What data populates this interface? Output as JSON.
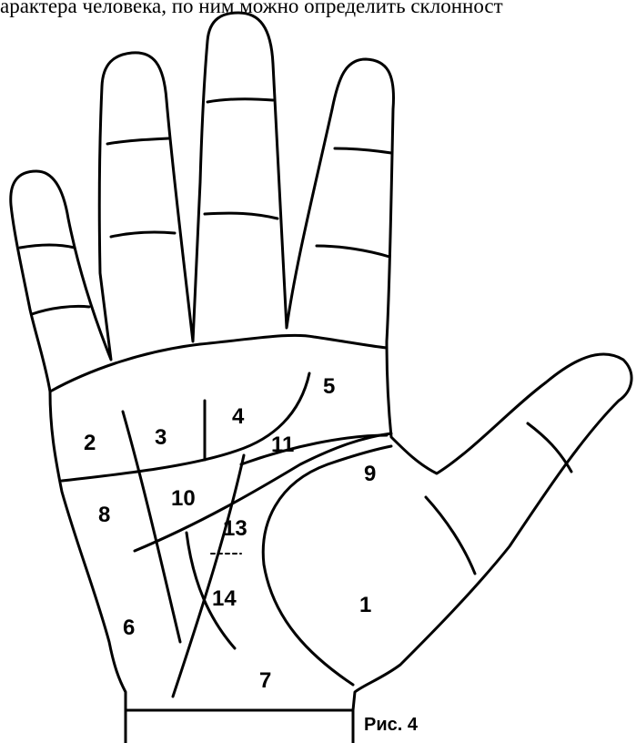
{
  "top_text": "арактера человека, по ним можно определить склонност",
  "figure_caption": "Рис. 4",
  "zone_labels": [
    "1",
    "2",
    "3",
    "4",
    "5",
    "6",
    "7",
    "8",
    "9",
    "10",
    "11",
    "13",
    "14"
  ],
  "colors": {
    "line": "#000000",
    "background": "#ffffff"
  }
}
